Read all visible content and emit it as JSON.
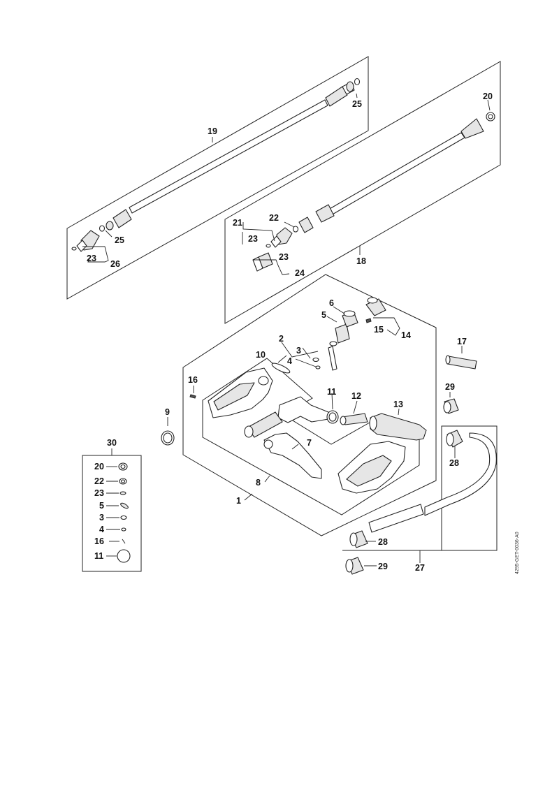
{
  "document_code": "4295-GET-0036-A0",
  "callouts": {
    "c1": "1",
    "c2": "2",
    "c3": "3",
    "c4": "4",
    "c5": "5",
    "c6": "6",
    "c7": "7",
    "c8": "8",
    "c9": "9",
    "c10": "10",
    "c11": "11",
    "c12": "12",
    "c13": "13",
    "c14": "14",
    "c15": "15",
    "c16": "16",
    "c17": "17",
    "c18": "18",
    "c19": "19",
    "c20": "20",
    "c21": "21",
    "c22": "22",
    "c23a": "23",
    "c23b": "23",
    "c23c": "23",
    "c24": "24",
    "c25a": "25",
    "c25b": "25",
    "c26": "26",
    "c27": "27",
    "c28a": "28",
    "c28b": "28",
    "c29a": "29",
    "c29b": "29",
    "c30": "30"
  },
  "kit_30": {
    "items": [
      "20",
      "22",
      "23",
      "5",
      "3",
      "4",
      "16",
      "11"
    ]
  }
}
